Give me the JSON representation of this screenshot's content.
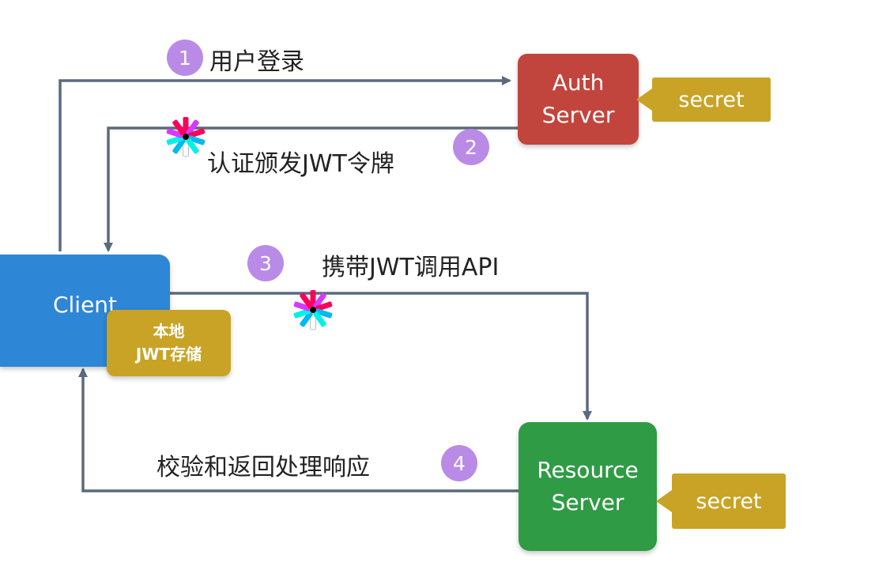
{
  "nodes": {
    "auth_server": {
      "line1": "Auth",
      "line2": "Server"
    },
    "resource_server": {
      "line1": "Resource",
      "line2": "Server"
    },
    "client": {
      "label": "Client"
    },
    "local_storage": {
      "line1": "本地",
      "line2": "JWT存储"
    }
  },
  "secrets": {
    "auth": "secret",
    "resource": "secret"
  },
  "steps": [
    {
      "number": "1",
      "text": "用户登录"
    },
    {
      "number": "2",
      "text": "认证颁发JWT令牌"
    },
    {
      "number": "3",
      "text": "携带JWT调用API"
    },
    {
      "number": "4",
      "text": "校验和返回处理响应"
    }
  ],
  "colors": {
    "auth": "#c2453d",
    "resource": "#2f9b45",
    "client": "#2d86d6",
    "tag": "#c9a325",
    "badge": "#b98be6",
    "arrow": "#5b6a7d"
  },
  "icons": [
    "jwt-logo-icon"
  ]
}
